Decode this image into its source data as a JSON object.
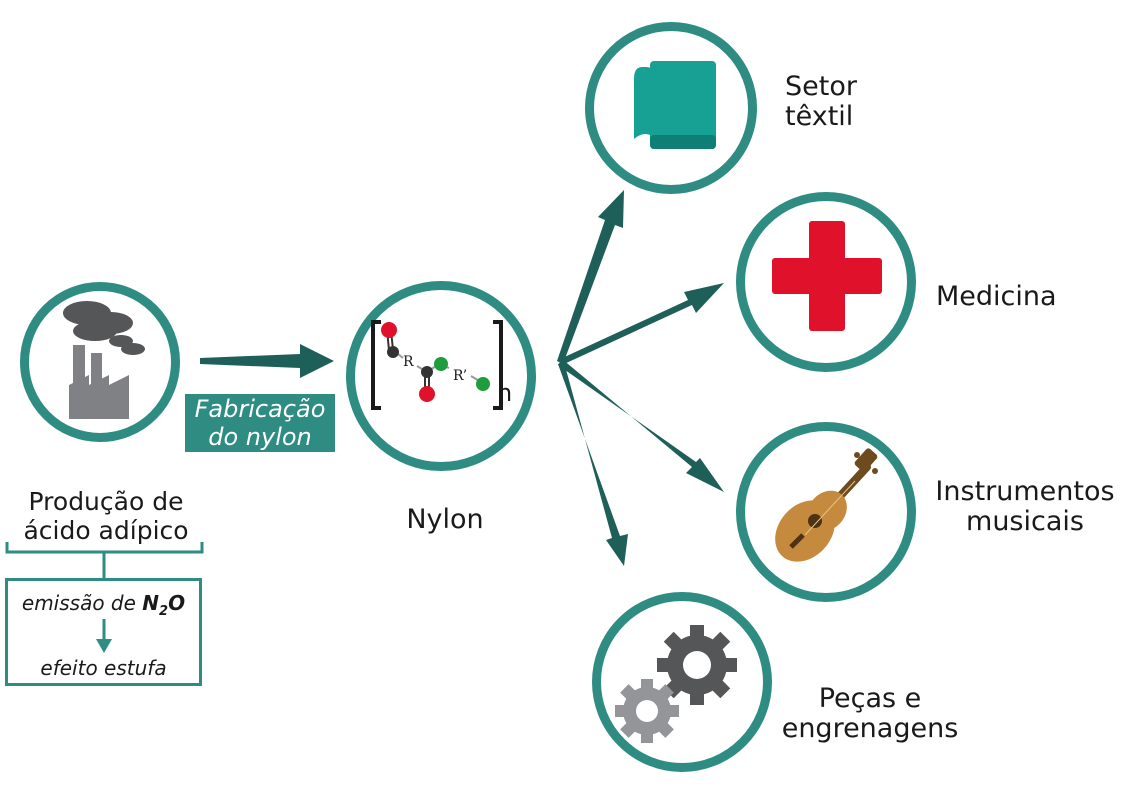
{
  "colors": {
    "teal": "#2e8c83",
    "arrow": "#1f5f59",
    "gray": "#6d6e70",
    "red": "#e0112b",
    "orange": "#c58a3d"
  },
  "source": {
    "title_line1": "Produção de",
    "title_line2": "ácido adípico",
    "icon": "factory-icon",
    "box": {
      "line1": "emissão de",
      "formula_main": "N",
      "formula_sub": "2",
      "formula_end": "O",
      "line2": "efeito estufa"
    }
  },
  "process": {
    "line1": "Fabricação",
    "line2": "do nylon"
  },
  "product": {
    "label": "Nylon",
    "icon": "polymer-structure-icon",
    "r1": "R",
    "r2": "R’",
    "n": "n"
  },
  "applications": [
    {
      "line1": "Setor",
      "line2": "têxtil",
      "icon": "fabric-roll-icon"
    },
    {
      "line1": "Medicina",
      "line2": "",
      "icon": "medical-cross-icon"
    },
    {
      "line1": "Instrumentos",
      "line2": "musicais",
      "icon": "guitar-icon"
    },
    {
      "line1": "Peças e",
      "line2": "engrenagens",
      "icon": "gears-icon"
    }
  ]
}
